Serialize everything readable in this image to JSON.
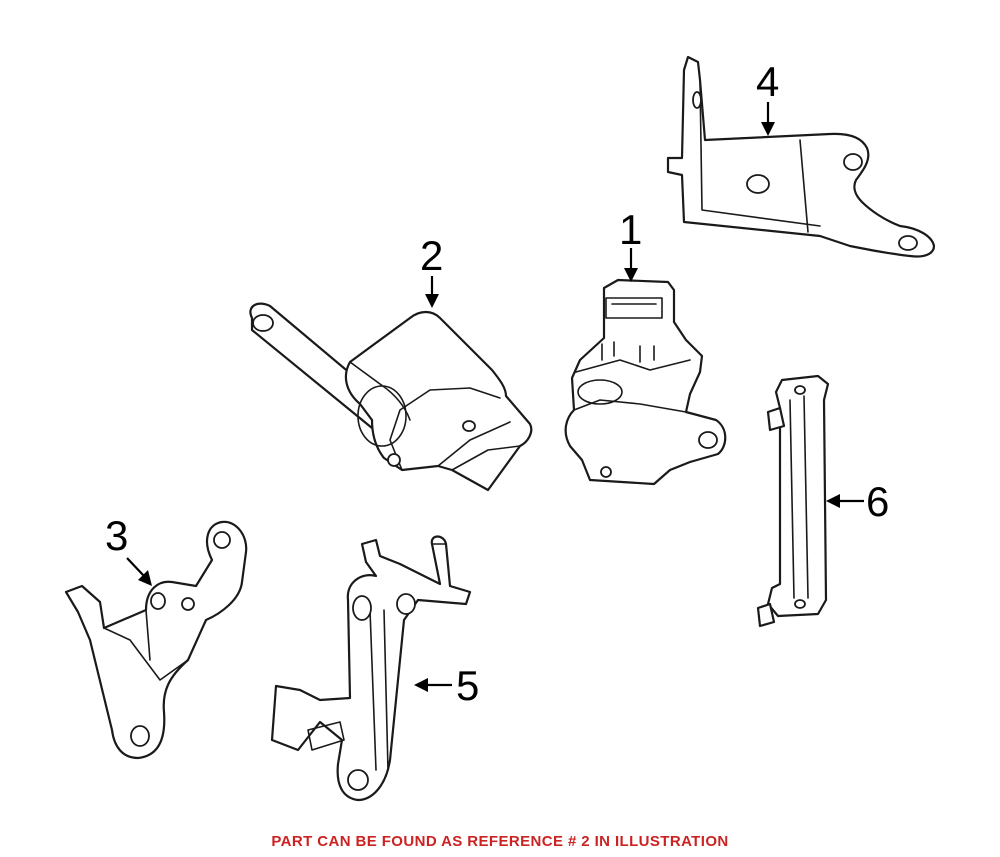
{
  "diagram": {
    "callouts": [
      {
        "id": "1",
        "label": "1"
      },
      {
        "id": "2",
        "label": "2"
      },
      {
        "id": "3",
        "label": "3"
      },
      {
        "id": "4",
        "label": "4"
      },
      {
        "id": "5",
        "label": "5"
      },
      {
        "id": "6",
        "label": "6"
      }
    ]
  },
  "footer": {
    "note": "PART CAN BE FOUND AS REFERENCE # 2 IN ILLUSTRATION",
    "note_color": "#cc2222"
  }
}
